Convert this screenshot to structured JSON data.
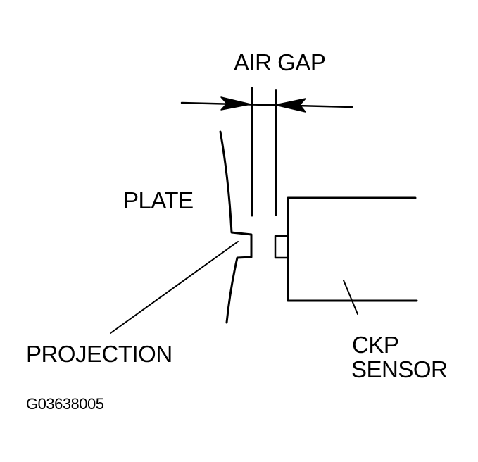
{
  "labels": {
    "air_gap": "AIR GAP",
    "plate": "PLATE",
    "projection": "PROJECTION",
    "sensor_line1": "CKP",
    "sensor_line2": "SENSOR",
    "figure_code": "G03638005"
  },
  "colors": {
    "ink": "#000000",
    "background": "#ffffff"
  }
}
